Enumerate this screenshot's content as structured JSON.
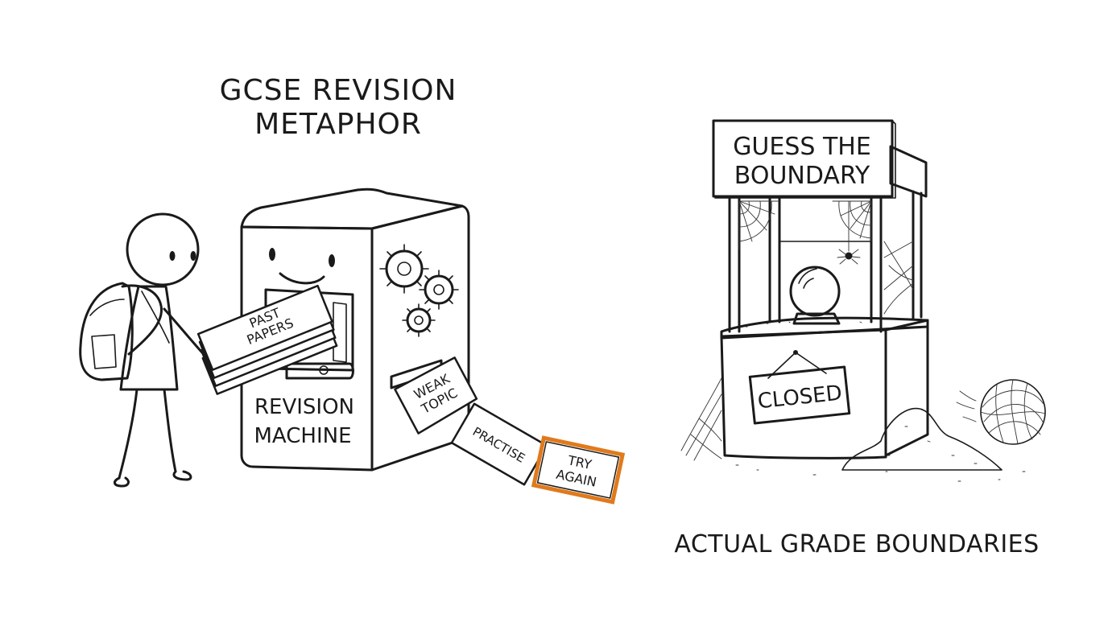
{
  "titles": {
    "left_line1": "GCSE REVISION",
    "left_line2": "METAPHOR",
    "right_caption": "ACTUAL GRADE BOUNDARIES"
  },
  "machine": {
    "name_line1": "REVISION",
    "name_line2": "MACHINE"
  },
  "papers_stack": {
    "line1": "PAST",
    "line2": "PAPERS"
  },
  "output_cards": [
    {
      "line1": "WEAK",
      "line2": "TOPIC"
    },
    {
      "line1": "PRACTISE",
      "line2": ""
    },
    {
      "line1": "TRY",
      "line2": "AGAIN"
    }
  ],
  "booth": {
    "sign_line1": "GUESS THE",
    "sign_line2": "BOUNDARY",
    "closed_sign": "CLOSED"
  },
  "colors": {
    "ink": "#1a1a1a",
    "accent_orange": "#e07a1c",
    "background": "#ffffff"
  },
  "icons": [
    "gear-icon",
    "crystal-ball-icon",
    "spider-icon",
    "tumbleweed-icon",
    "cobweb-icon"
  ]
}
